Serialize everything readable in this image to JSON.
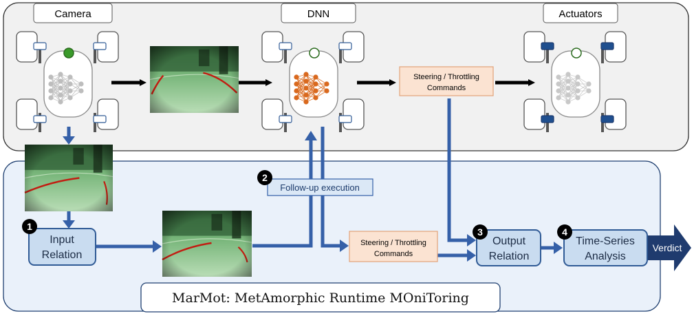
{
  "top_panel": {
    "camera_label": "Camera",
    "dnn_label": "DNN",
    "actuators_label": "Actuators",
    "commands_line1": "Steering / Throttling",
    "commands_line2": "Commands"
  },
  "monitor_panel": {
    "title": "MarMot: MetAmorphic Runtime MOniToring",
    "followup_label": "Follow-up execution",
    "followup_step": "2",
    "input_step": "1",
    "input_line1": "Input",
    "input_line2": "Relation",
    "commands_line1": "Steering / Throttling",
    "commands_line2": "Commands",
    "output_step": "3",
    "output_line1": "Output",
    "output_line2": "Relation",
    "timeseries_step": "4",
    "timeseries_line1": "Time-Series",
    "timeseries_line2": "Analysis",
    "verdict_label": "Verdict"
  },
  "colors": {
    "arrow_blue": "#3560a8",
    "box_blue": "#c9dcf0",
    "box_border": "#2f5a95",
    "commands_fill": "#fbe3d2",
    "commands_border": "#e2a278",
    "dnn_orange": "#d9691e",
    "verdict_fill": "#1f3b6e",
    "camera_green": "#3a9a2a",
    "wheel_blue": "#1f4f8f"
  }
}
